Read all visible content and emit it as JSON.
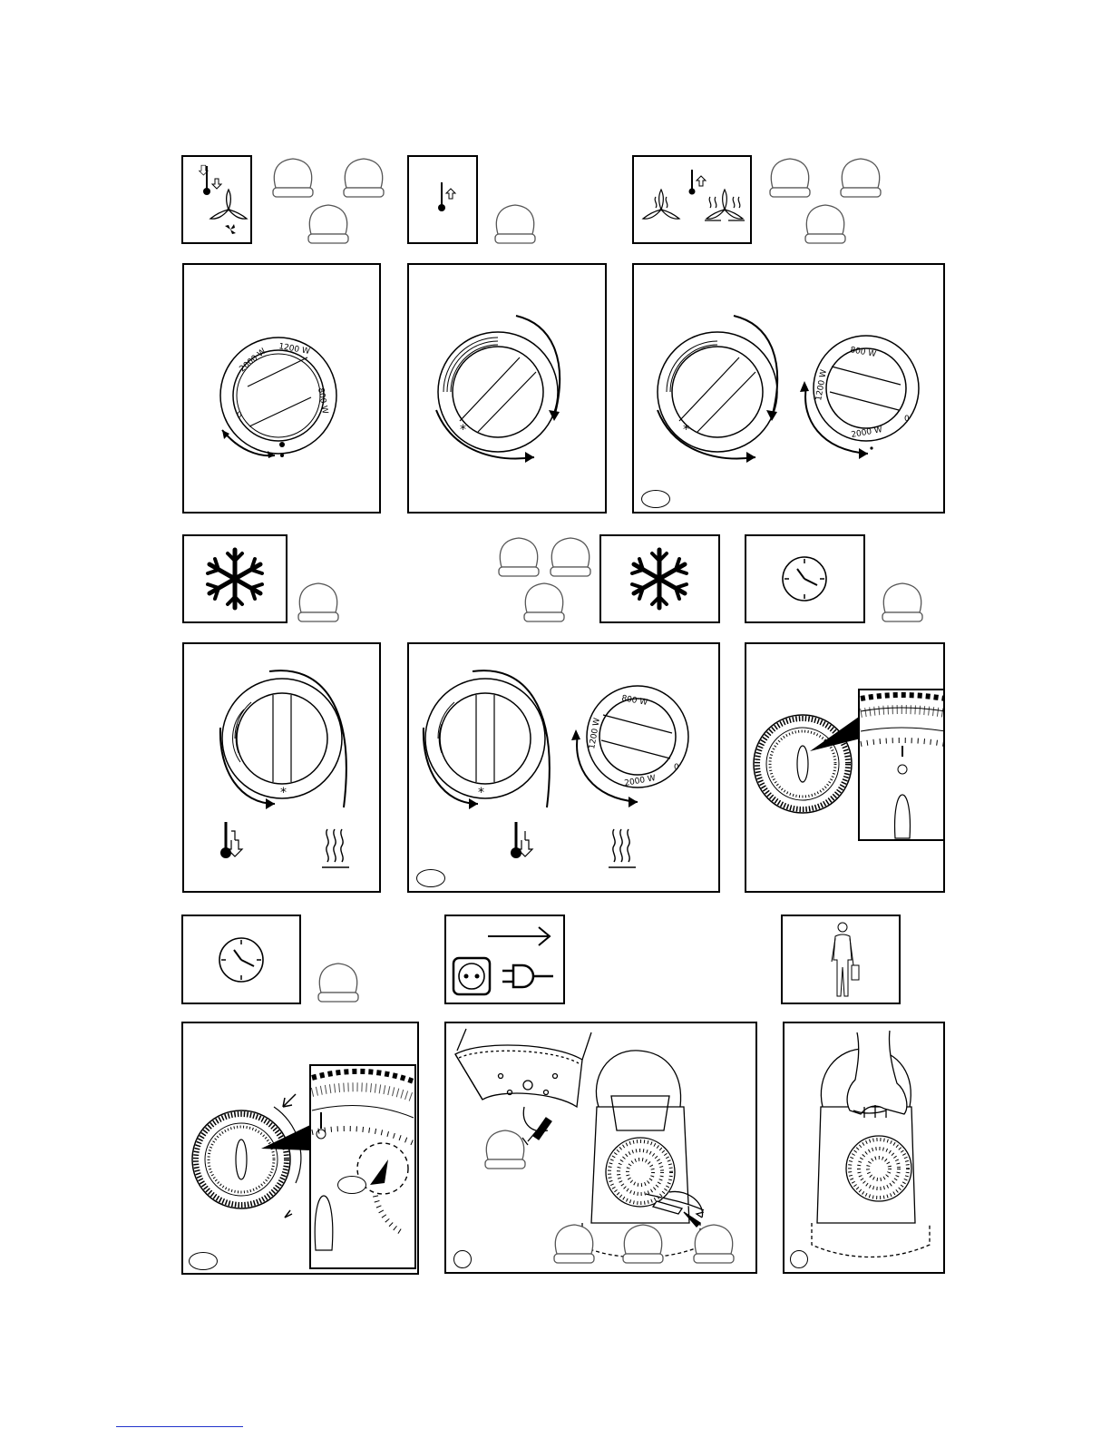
{
  "dials": {
    "power_low": "1200 W",
    "power_high": "2000 W",
    "power_fan": "800 W",
    "off": "0"
  },
  "colors": {
    "ink": "#000000",
    "paper": "#ffffff",
    "footer_rule": "#2233cc"
  },
  "icons": {
    "fan_cool": "thermometer-down-fan-icon",
    "temp_up": "thermometer-up-icon",
    "heat_wave": "heat-waves-icon",
    "frost": "snowflake-icon",
    "timer": "clock-icon",
    "unplug": "socket-plug-icon",
    "carry": "person-carrying-icon"
  }
}
